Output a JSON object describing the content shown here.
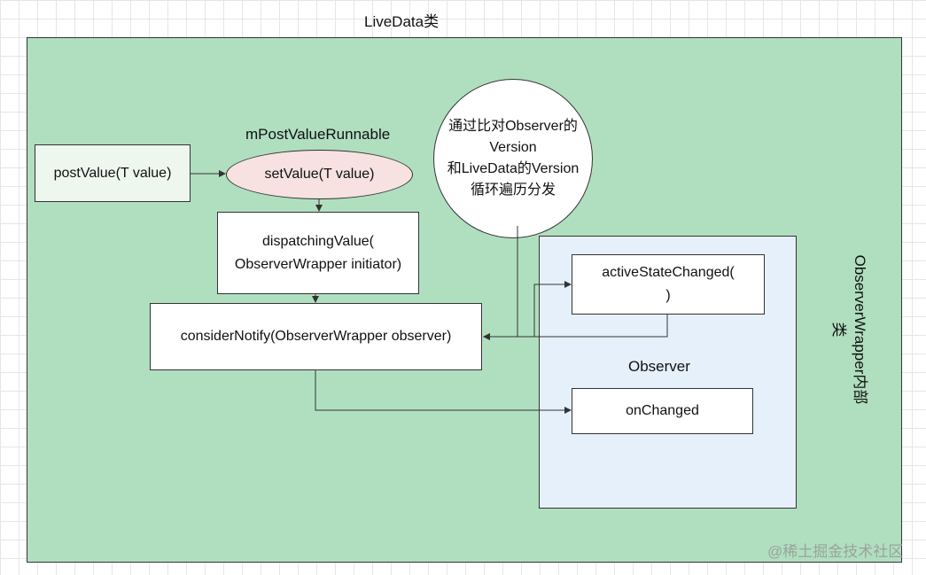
{
  "diagram": {
    "outer_title": "LiveData类",
    "post_value_label": "postValue(T value)",
    "runnable_label": "mPostValueRunnable",
    "set_value_label": "setValue(T value)",
    "dispatching_label_line1": "dispatchingValue(",
    "dispatching_label_line2": "ObserverWrapper initiator)",
    "consider_notify_label": "considerNotify(ObserverWrapper observer)",
    "note_line1": "通过比对Observer的",
    "note_line2": "Version",
    "note_line3": "和LiveData的Version",
    "note_line4": "循环遍历分发",
    "active_state_line1": "activeStateChanged(",
    "active_state_line2": ")",
    "observer_label": "Observer",
    "on_changed_label": "onChanged",
    "wrapper_side_label": "ObserverWrapper内部类"
  },
  "colors": {
    "outer_fill": "#b0dfc0",
    "wrapper_fill": "#e6f0fb",
    "ellipse_fill": "#f7e1e1",
    "box_fill": "#ffffff",
    "stroke": "#333333"
  },
  "watermark": "@稀土掘金技术社区"
}
